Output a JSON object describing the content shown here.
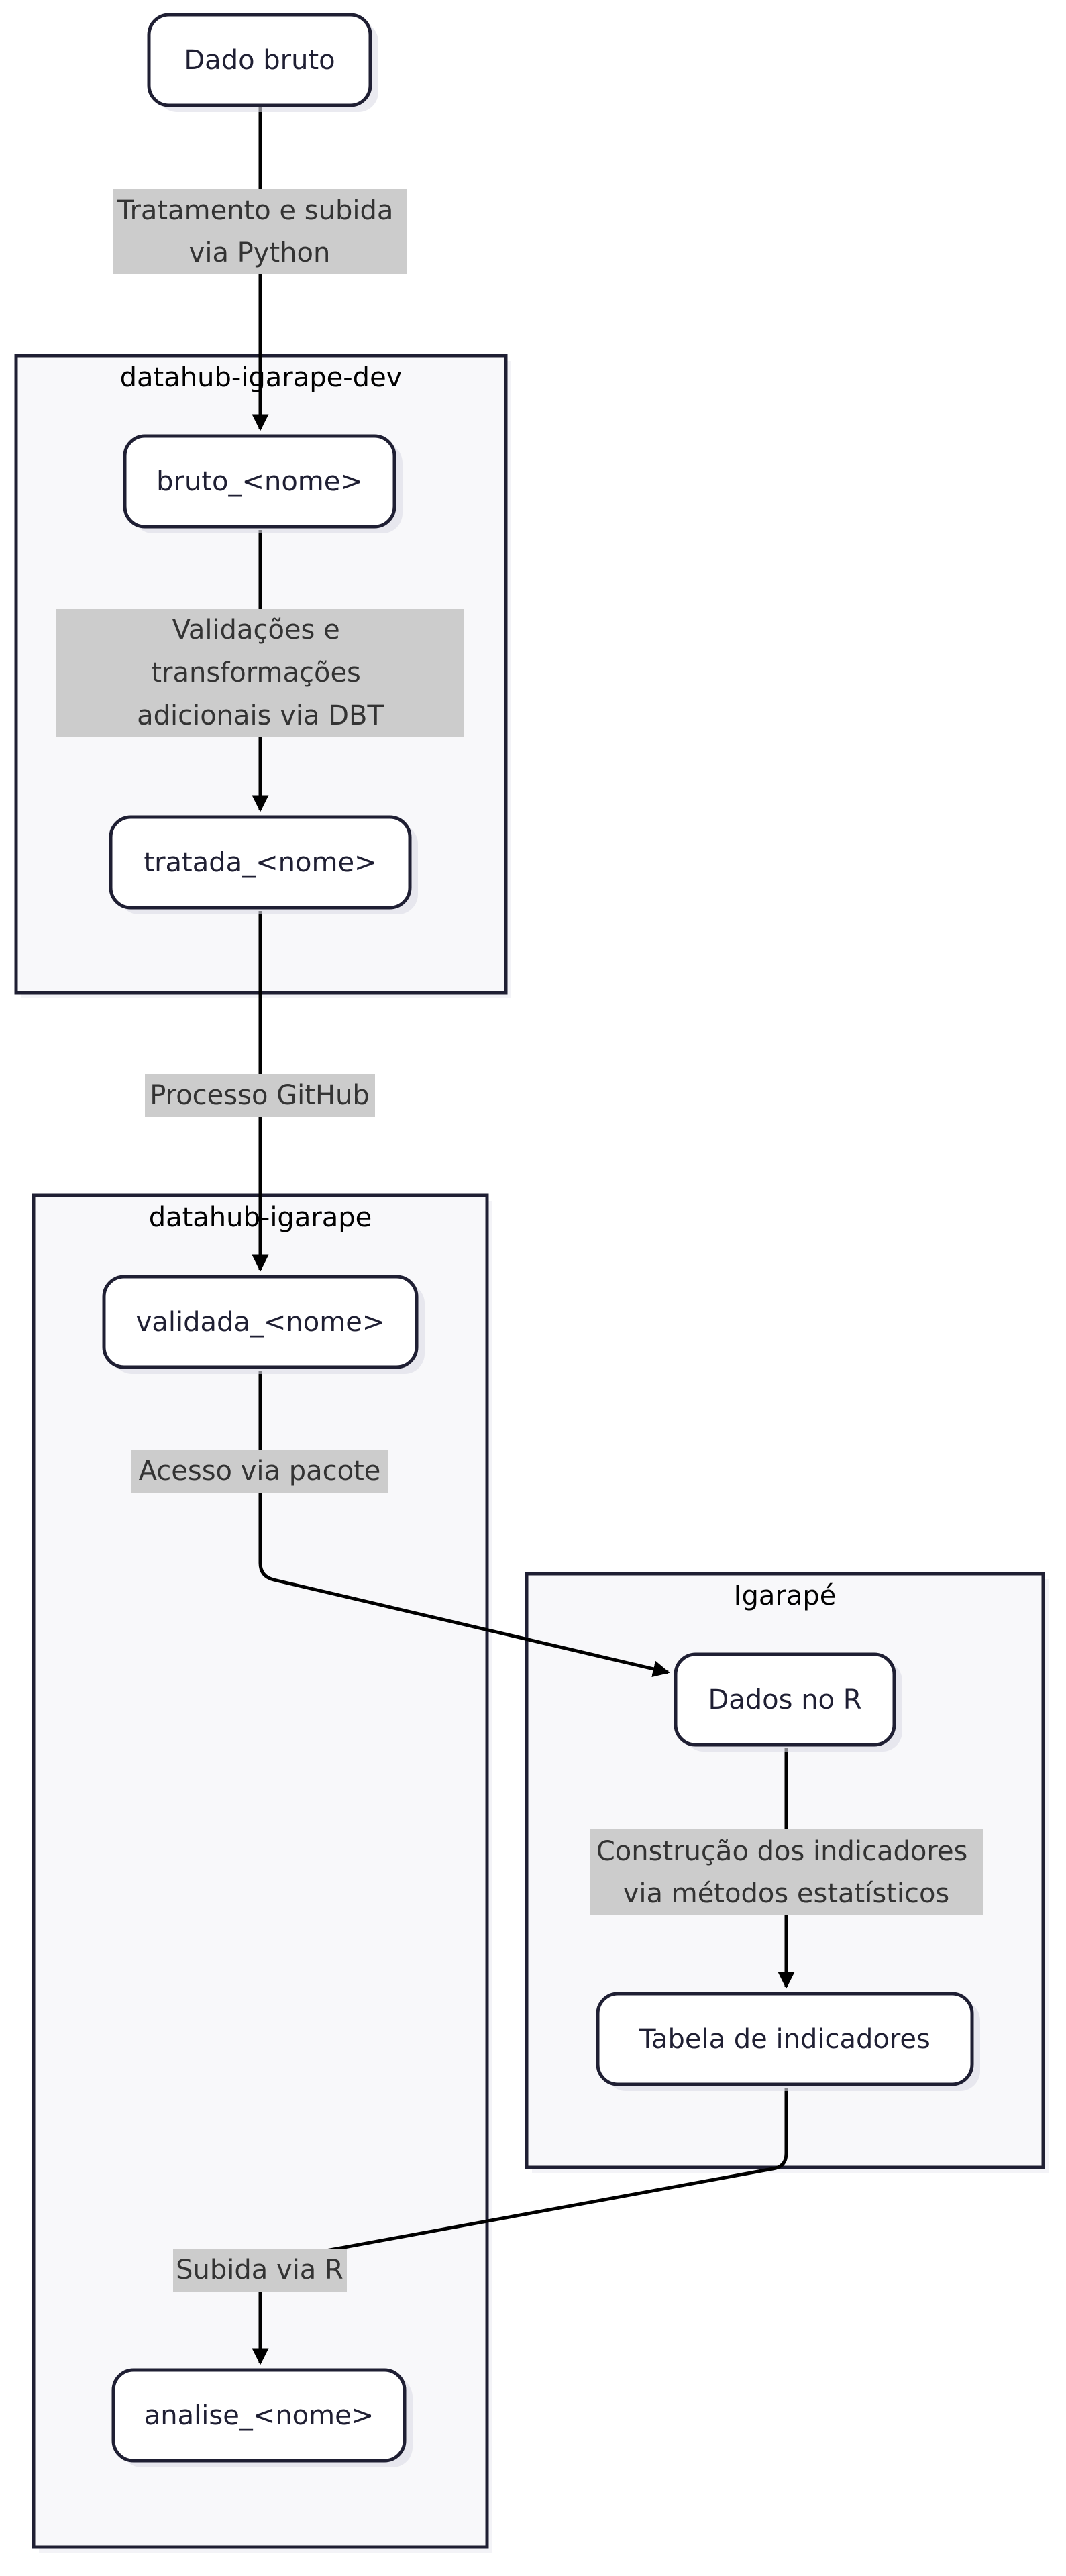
{
  "nodes": {
    "dado_bruto": "Dado bruto",
    "bruto": "bruto_<nome>",
    "tratada": "tratada_<nome>",
    "validada": "validada_<nome>",
    "analise": "analise_<nome>",
    "dados_r": "Dados no R",
    "tabela": "Tabela de indicadores"
  },
  "groups": {
    "dev": "datahub-igarape-dev",
    "prod": "datahub-igarape",
    "igarape": "Igarapé"
  },
  "edges": {
    "python": [
      "Tratamento e subida",
      "via Python"
    ],
    "dbt": [
      "Validações e",
      "transformações",
      "adicionais via DBT"
    ],
    "github": [
      "Processo GitHub"
    ],
    "pacote": [
      "Acesso via pacote"
    ],
    "indicadores": [
      "Construção dos indicadores",
      "via métodos estatísticos"
    ],
    "subida_r": [
      "Subida via R"
    ]
  }
}
